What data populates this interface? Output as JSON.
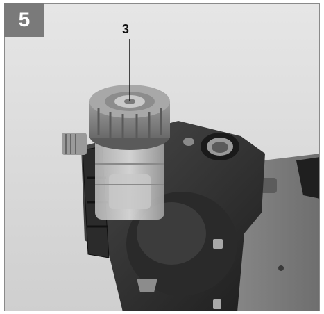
{
  "figure": {
    "number": "5",
    "callouts": [
      {
        "label": "3"
      }
    ],
    "icons": [
      "pressure-switch-photo"
    ]
  }
}
